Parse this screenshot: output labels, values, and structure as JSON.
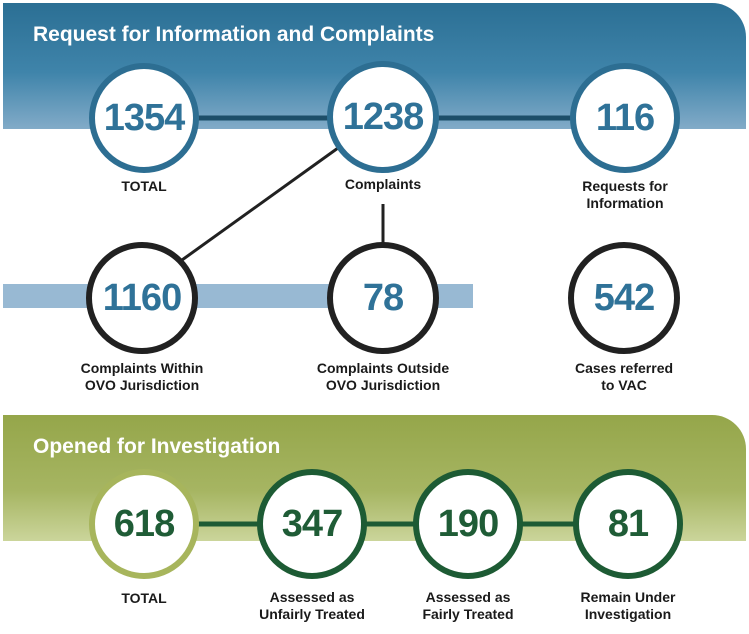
{
  "requests_section": {
    "title": "Request for Information and Complaints",
    "total": {
      "value": "1354",
      "label": "TOTAL"
    },
    "complaints": {
      "value": "1238",
      "label": "Complaints"
    },
    "requests_for_information": {
      "value": "116",
      "label_line1": "Requests for",
      "label_line2": "Information"
    },
    "within_jurisdiction": {
      "value": "1160",
      "label_line1": "Complaints Within",
      "label_line2": "OVO Jurisdiction"
    },
    "outside_jurisdiction": {
      "value": "78",
      "label_line1": "Complaints Outside",
      "label_line2": "OVO Jurisdiction"
    },
    "referred_to_vac": {
      "value": "542",
      "label_line1": "Cases referred",
      "label_line2": "to VAC"
    }
  },
  "investigation_section": {
    "title": "Opened for Investigation",
    "total": {
      "value": "618",
      "label": "TOTAL"
    },
    "unfairly_treated": {
      "value": "347",
      "label_line1": "Assessed as",
      "label_line2": "Unfairly Treated"
    },
    "fairly_treated": {
      "value": "190",
      "label_line1": "Assessed as",
      "label_line2": "Fairly Treated"
    },
    "under_investigation": {
      "value": "81",
      "label_line1": "Remain Under",
      "label_line2": "Investigation"
    }
  },
  "colors": {
    "blue_banner": "#2b6f94",
    "blue_number": "#2f7298",
    "green_banner": "#95a64a",
    "green_number": "#1f5c36",
    "dark_ring": "#212121"
  }
}
